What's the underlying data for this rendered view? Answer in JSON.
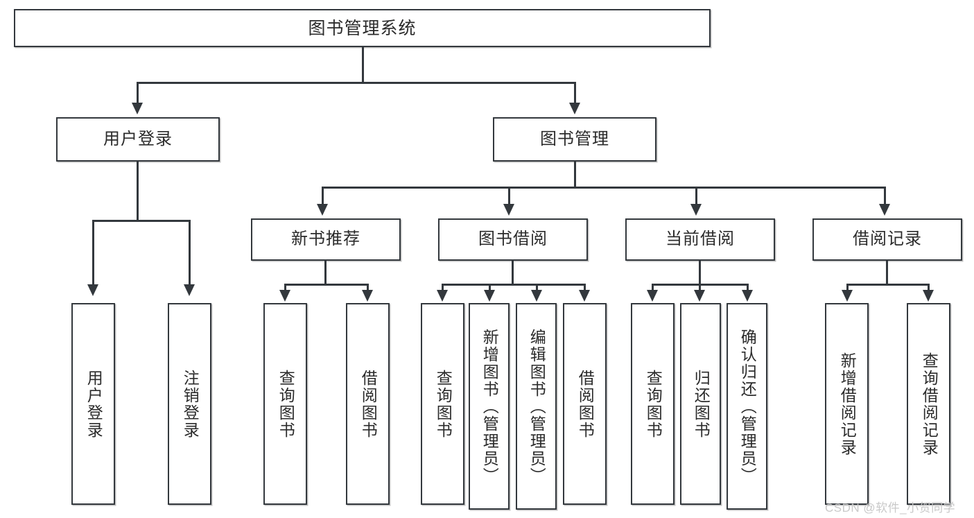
{
  "diagram": {
    "title": "图书管理系统",
    "type": "tree-hierarchy-chart",
    "root": {
      "label": "图书管理系统"
    },
    "level2": [
      {
        "label": "用户登录"
      },
      {
        "label": "图书管理"
      }
    ],
    "level3": [
      {
        "label": "新书推荐"
      },
      {
        "label": "图书借阅"
      },
      {
        "label": "当前借阅"
      },
      {
        "label": "借阅记录"
      }
    ],
    "leaves": [
      {
        "label": "用户登录"
      },
      {
        "label": "注销登录"
      },
      {
        "label": "查询图书"
      },
      {
        "label": "借阅图书"
      },
      {
        "label": "查询图书"
      },
      {
        "label": "新增图书（管理员）"
      },
      {
        "label": "编辑图书（管理员）"
      },
      {
        "label": "借阅图书"
      },
      {
        "label": "查询图书"
      },
      {
        "label": "归还图书"
      },
      {
        "label": "确认归还（管理员）"
      },
      {
        "label": "新增借阅记录"
      },
      {
        "label": "查询借阅记录"
      }
    ]
  },
  "watermark": {
    "text": "CSDN @软件_小贺同学"
  },
  "colors": {
    "border": "#33383d",
    "text": "#2b2b2b",
    "background": "#ffffff",
    "watermark": "#c9c9c9"
  }
}
